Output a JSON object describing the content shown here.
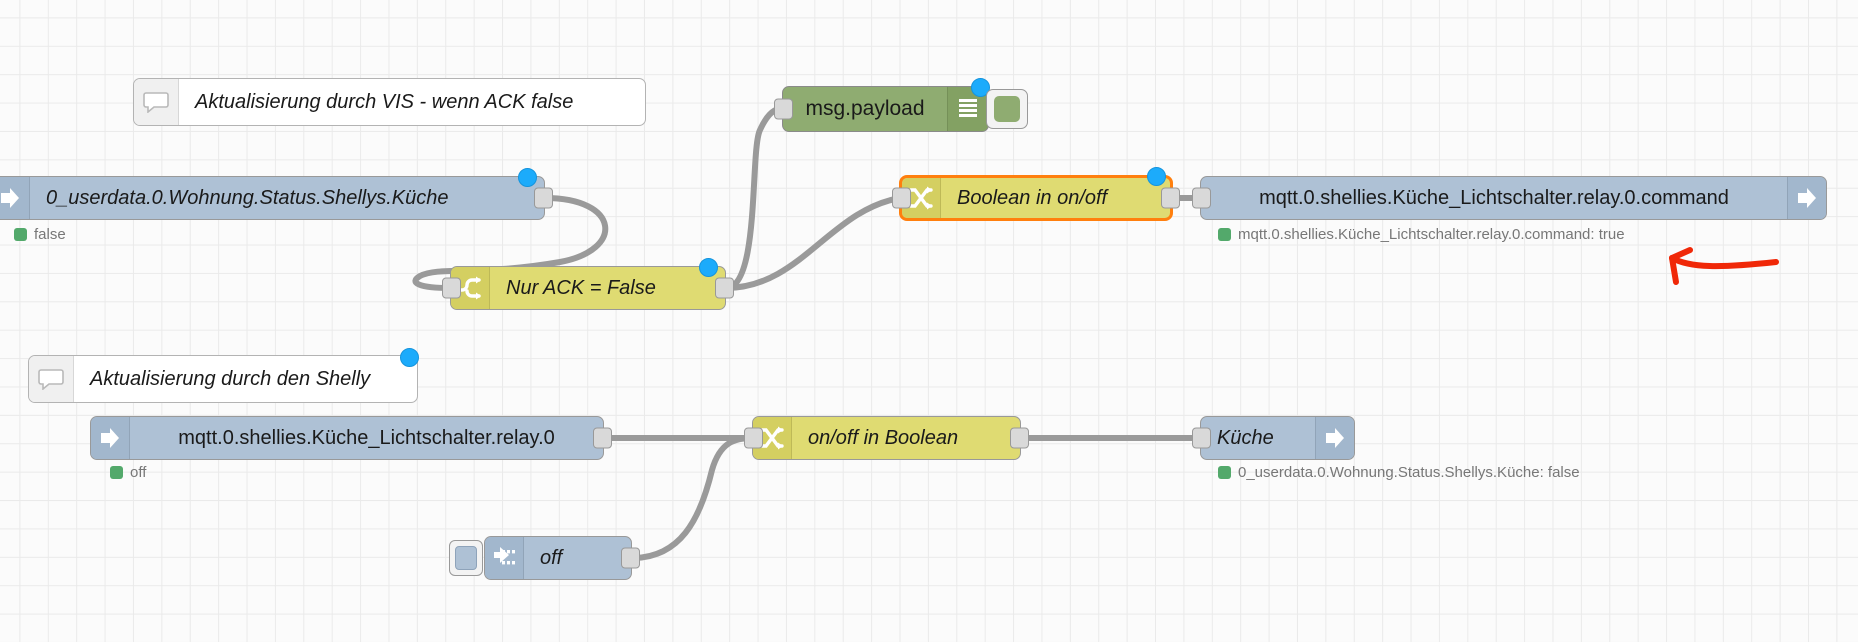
{
  "canvas": {
    "grid_color": "#eaeaea",
    "background": "#fbfbfb",
    "wire_color": "#999999",
    "annotation_color": "#f02808"
  },
  "colors": {
    "node_blue": "#aec1d5",
    "node_yellow": "#dfdb72",
    "node_green": "#8fac71",
    "node_white": "#ffffff",
    "selected_border": "#ff7f0e",
    "changed_dot": "#1cabfb",
    "status_dot_green": "#53a96b",
    "status_text": "#777777"
  },
  "nodes": {
    "comment_vis": {
      "label": "Aktualisierung durch VIS - wenn ACK false",
      "icon": "comment-icon"
    },
    "userdata_in": {
      "label": "0_userdata.0.Wohnung.Status.Shellys.Küche",
      "icon": "arrow-in-icon",
      "status": "false"
    },
    "debug_payload": {
      "label": "msg.payload",
      "icon": "debug-list-icon",
      "toggle": "debug-toggle-button"
    },
    "switch_ack": {
      "label": "Nur ACK = False",
      "icon": "switch-icon"
    },
    "change_bool_onoff": {
      "label": "Boolean in on/off",
      "icon": "change-icon",
      "selected": true
    },
    "mqtt_command_out": {
      "label": "mqtt.0.shellies.Küche_Lichtschalter.relay.0.command",
      "icon": "arrow-out-icon",
      "status": "mqtt.0.shellies.Küche_Lichtschalter.relay.0.command: true"
    },
    "comment_shelly": {
      "label": "Aktualisierung durch den Shelly",
      "icon": "comment-icon"
    },
    "mqtt_relay_in": {
      "label": "mqtt.0.shellies.Küche_Lichtschalter.relay.0",
      "icon": "arrow-in-icon",
      "status": "off"
    },
    "change_onoff_bool": {
      "label": "on/off in Boolean",
      "icon": "change-icon"
    },
    "kueche_out": {
      "label": "Küche",
      "icon": "arrow-out-icon",
      "status": "0_userdata.0.Wohnung.Status.Shellys.Küche: false"
    },
    "inject_off": {
      "label": "off",
      "icon": "inject-arrow-icon",
      "button": "inject-trigger-button"
    }
  },
  "annotation": {
    "name": "red-curved-arrow",
    "points_to": "mqtt.0.shellies.Küche_Lichtschalter.relay.0.command: true"
  }
}
